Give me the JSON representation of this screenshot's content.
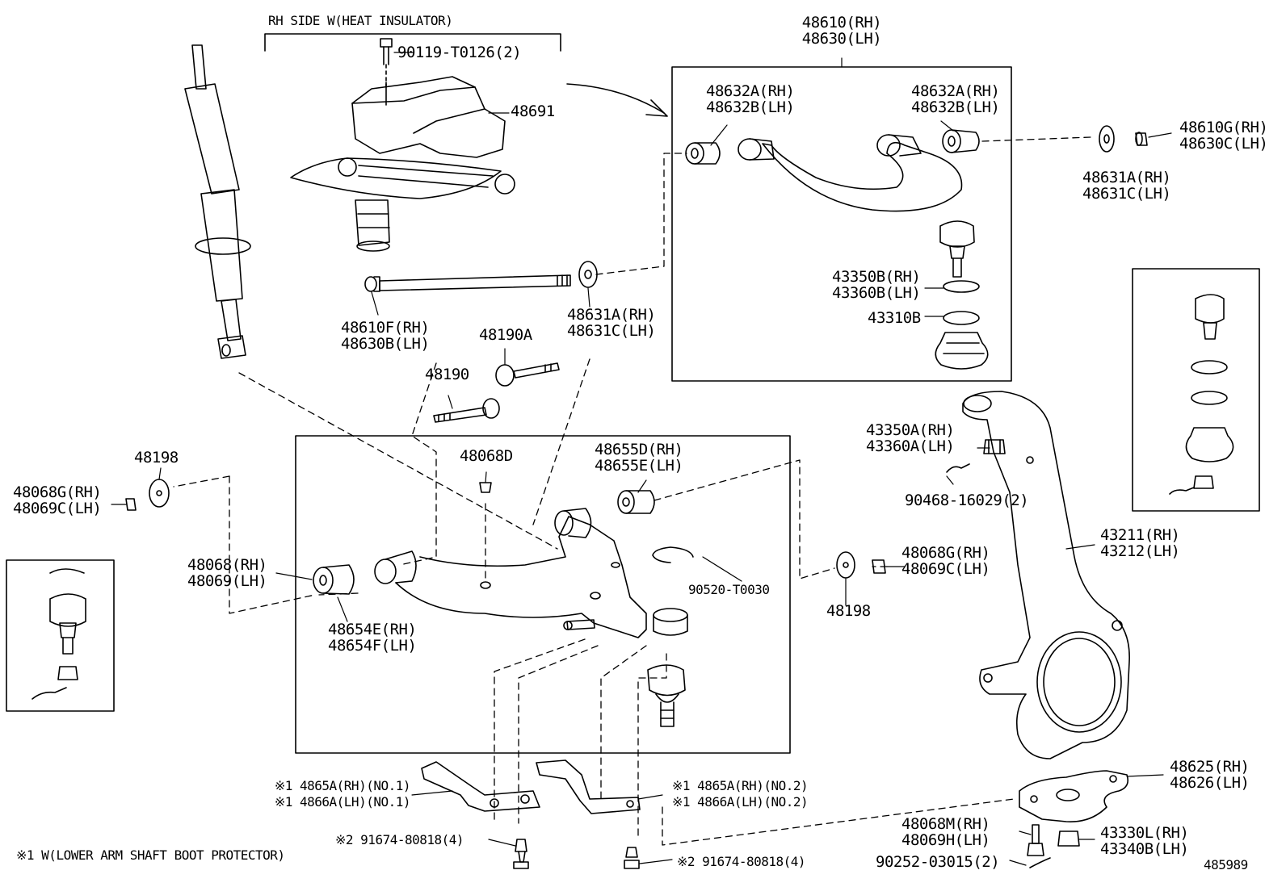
{
  "header": {
    "rh_side_title": "RH SIDE W(HEAT INSULATOR)"
  },
  "footnote": "※1 W(LOWER ARM SHAFT BOOT PROTECTOR)",
  "diagram_id": "485989",
  "labels": {
    "p90119": "90119-T0126(2)",
    "p48691": "48691",
    "p48610": "48610(RH)",
    "p48630": "48630(LH)",
    "p48632A_l": "48632A(RH)",
    "p48632B_l": "48632B(LH)",
    "p48632A_r": "48632A(RH)",
    "p48632B_r": "48632B(LH)",
    "p48610G": "48610G(RH)",
    "p48630C": "48630C(LH)",
    "p48631A_t": "48631A(RH)",
    "p48631C_t": "48631C(LH)",
    "p43350B": "43350B(RH)",
    "p43360B": "43360B(LH)",
    "p43310B": "43310B",
    "p48610F": "48610F(RH)",
    "p48630B": "48630B(LH)",
    "p48631A_m": "48631A(RH)",
    "p48631C_m": "48631C(LH)",
    "p48190A": "48190A",
    "p48190": "48190",
    "p48198_l": "48198",
    "p48068G_l": "48068G(RH)",
    "p48069C_l": "48069C(LH)",
    "p48068D": "48068D",
    "p48655D": "48655D(RH)",
    "p48655E": "48655E(LH)",
    "p48068": "48068(RH)",
    "p48069": "48069(LH)",
    "p90520": "90520-T0030",
    "p48654E": "48654E(RH)",
    "p48654F": "48654F(LH)",
    "p43350A": "43350A(RH)",
    "p43360A": "43360A(LH)",
    "p90468": "90468-16029(2)",
    "p48068G_r": "48068G(RH)",
    "p48069C_r": "48069C(LH)",
    "p48198_r": "48198",
    "p43211": "43211(RH)",
    "p43212": "43212(LH)",
    "p4865A_1": "※1 4865A(RH)(NO.1)",
    "p4866A_1": "※1 4866A(LH)(NO.1)",
    "p4865A_2": "※1 4865A(RH)(NO.2)",
    "p4866A_2": "※1 4866A(LH)(NO.2)",
    "p91674_l": "※2 91674-80818(4)",
    "p91674_r": "※2 91674-80818(4)",
    "p48625": "48625(RH)",
    "p48626": "48626(LH)",
    "p48068M": "48068M(RH)",
    "p48069H": "48069H(LH)",
    "p43330L": "43330L(RH)",
    "p43340B": "43340B(LH)",
    "p90252": "90252-03015(2)"
  }
}
